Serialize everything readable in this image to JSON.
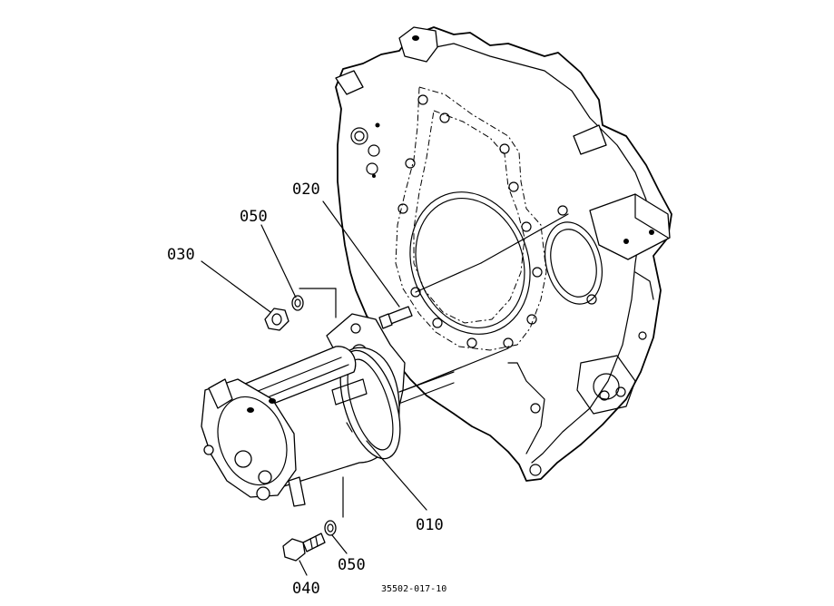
{
  "labels": {
    "p010": "010",
    "p020": "020",
    "p030": "030",
    "p040": "040",
    "p050_upper": "050",
    "p050_lower": "050"
  },
  "figure_code": "35502-017-10"
}
